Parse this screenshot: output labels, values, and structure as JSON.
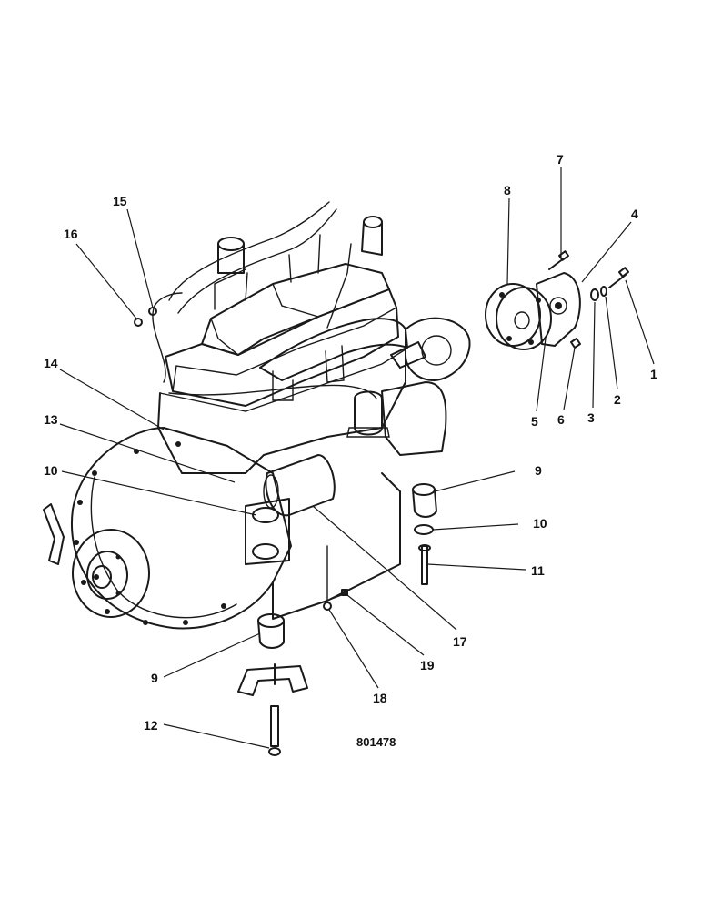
{
  "diagram": {
    "drawing_number": "801478",
    "callouts": [
      "1",
      "2",
      "3",
      "4",
      "5",
      "6",
      "7",
      "8",
      "9",
      "10",
      "11",
      "12",
      "13",
      "14",
      "15",
      "16",
      "17",
      "18",
      "19"
    ],
    "callouts_extra": {
      "nine_lower": "9",
      "ten_left": "10"
    }
  }
}
